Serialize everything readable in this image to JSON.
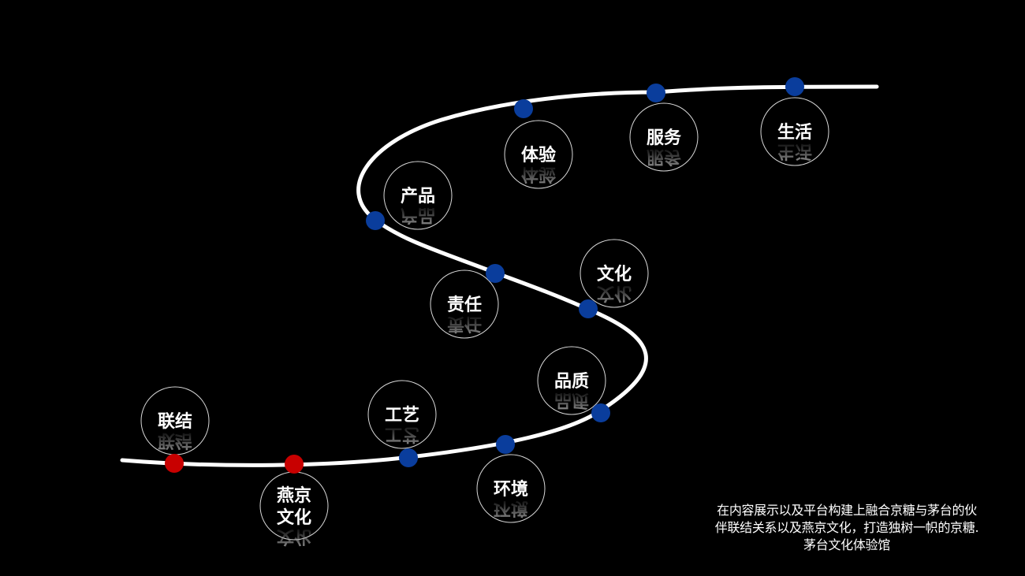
{
  "colors": {
    "background": "#000000",
    "path": "#ffffff",
    "marker_blue": "#0a3d9c",
    "marker_red": "#c80000",
    "node_border": "#d8d8d8",
    "text": "#ffffff"
  },
  "nodes": [
    {
      "id": "lianjie",
      "label": "联结"
    },
    {
      "id": "yanjing",
      "label": "燕京文化",
      "lines": [
        "燕京",
        "文化"
      ]
    },
    {
      "id": "gongyi",
      "label": "工艺"
    },
    {
      "id": "huanjing",
      "label": "环境"
    },
    {
      "id": "pinzhi",
      "label": "品质"
    },
    {
      "id": "zeren",
      "label": "责任"
    },
    {
      "id": "wenhua",
      "label": "文化"
    },
    {
      "id": "chanpin",
      "label": "产品"
    },
    {
      "id": "tiyan",
      "label": "体验"
    },
    {
      "id": "fuwu",
      "label": "服务"
    },
    {
      "id": "shenghuo",
      "label": "生活"
    }
  ],
  "markers": [
    {
      "id": "m1",
      "color": "red"
    },
    {
      "id": "m2",
      "color": "red"
    },
    {
      "id": "m3",
      "color": "blue"
    },
    {
      "id": "m4",
      "color": "blue"
    },
    {
      "id": "m5",
      "color": "blue"
    },
    {
      "id": "m6",
      "color": "blue"
    },
    {
      "id": "m7",
      "color": "blue"
    },
    {
      "id": "m8",
      "color": "blue"
    },
    {
      "id": "m9",
      "color": "blue"
    },
    {
      "id": "m10",
      "color": "blue"
    },
    {
      "id": "m11",
      "color": "blue"
    }
  ],
  "caption": {
    "line1": "在内容展示以及平台构建上融合京糖与茅台的伙",
    "line2": "伴联结关系以及燕京文化，打造独树一帜的京糖.",
    "line3": "茅台文化体验馆"
  }
}
